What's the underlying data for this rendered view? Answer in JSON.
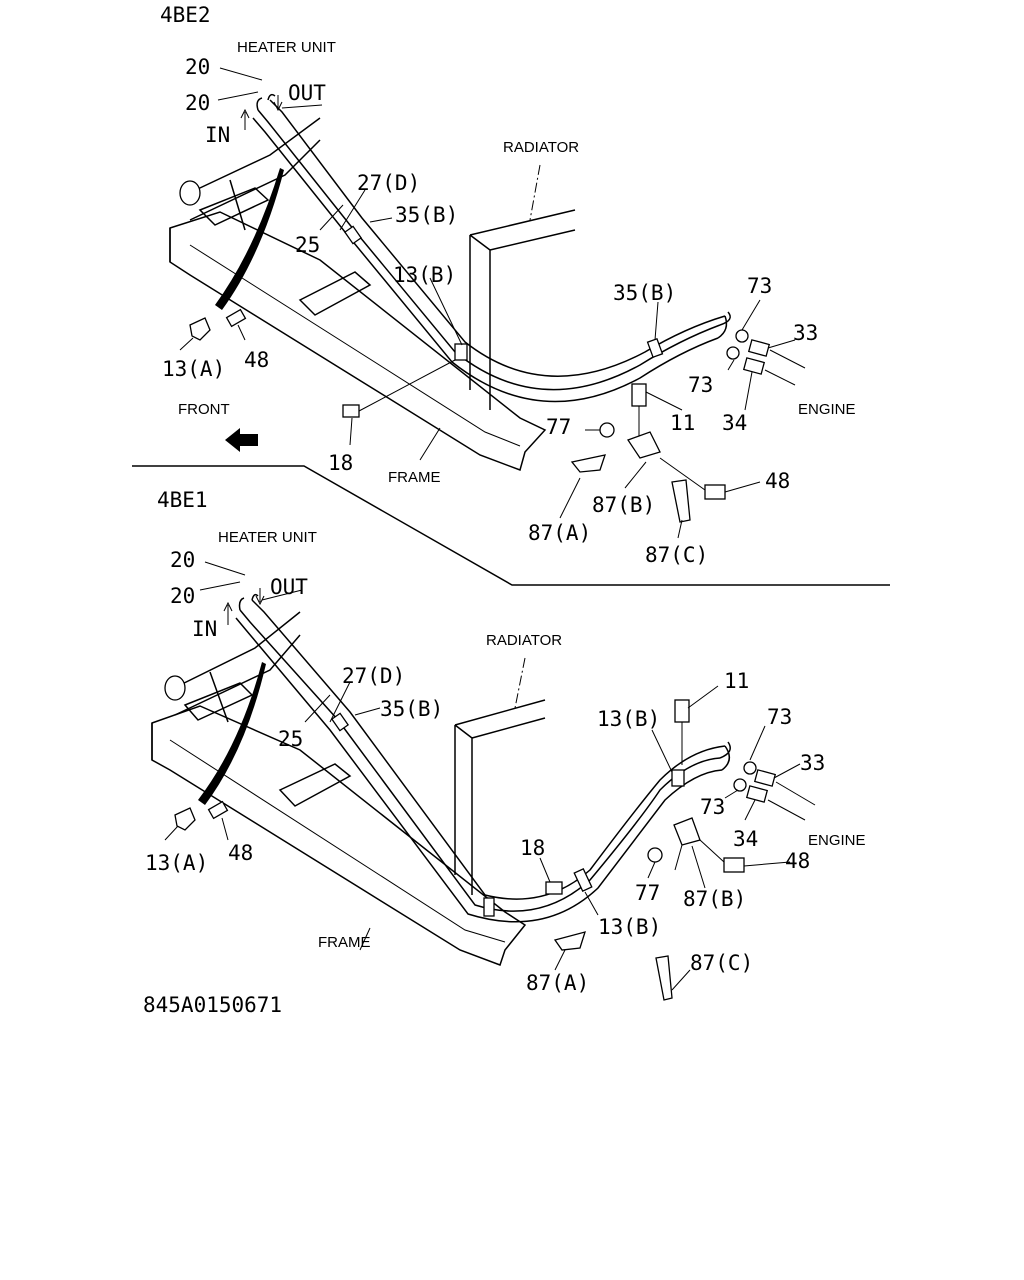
{
  "diagram_code": "845A0150671",
  "top": {
    "variant": "4BE2",
    "heater_unit": "HEATER UNIT",
    "radiator": "RADIATOR",
    "front": "FRONT",
    "frame": "FRAME",
    "engine": "ENGINE",
    "in": "IN",
    "out": "OUT",
    "parts": {
      "p20a": "20",
      "p20b": "20",
      "p27d": "27(D)",
      "p25": "25",
      "p35b1": "35(B)",
      "p13b": "13(B)",
      "p13a": "13(A)",
      "p48a": "48",
      "p18": "18",
      "p35b2": "35(B)",
      "p73a": "73",
      "p33": "33",
      "p73b": "73",
      "p34": "34",
      "p11": "11",
      "p77": "77",
      "p48b": "48",
      "p87b": "87(B)",
      "p87a": "87(A)",
      "p87c": "87(C)"
    }
  },
  "bottom": {
    "variant": "4BE1",
    "heater_unit": "HEATER UNIT",
    "radiator": "RADIATOR",
    "frame": "FRAME",
    "engine": "ENGINE",
    "in": "IN",
    "out": "OUT",
    "parts": {
      "p20a": "20",
      "p20b": "20",
      "p27d": "27(D)",
      "p25": "25",
      "p35b": "35(B)",
      "p13b1": "13(B)",
      "p11": "11",
      "p73a": "73",
      "p33": "33",
      "p73b": "73",
      "p34": "34",
      "p13a": "13(A)",
      "p48a": "48",
      "p18": "18",
      "p13b2": "13(B)",
      "p77": "77",
      "p87b": "87(B)",
      "p48b": "48",
      "p87a": "87(A)",
      "p87c": "87(C)"
    }
  }
}
